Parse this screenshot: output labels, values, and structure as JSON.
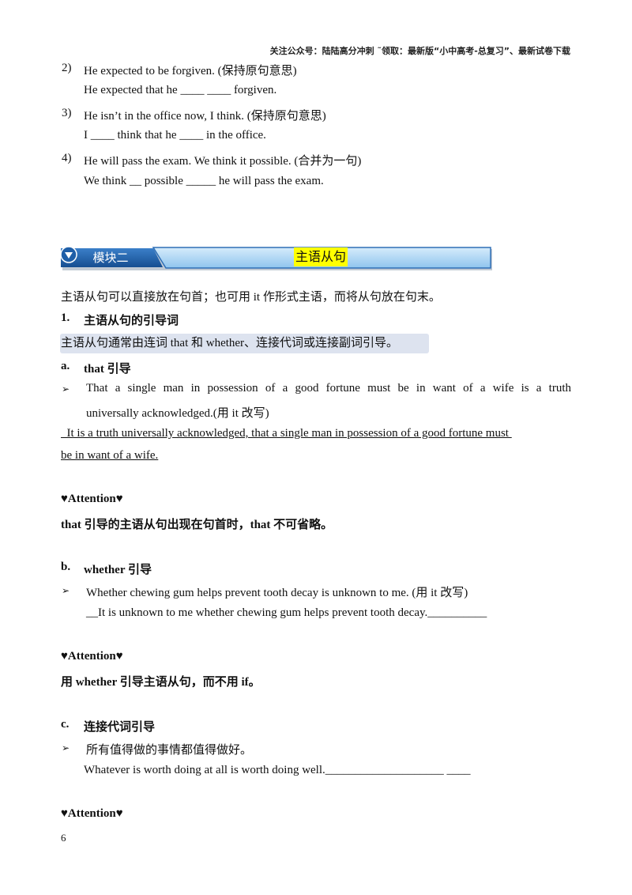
{
  "header": {
    "text": "关注公众号：陆陆高分冲刺 ˜领取：最新版“小中高考-总复习”、最新试卷下载"
  },
  "exercises": [
    {
      "num": "2)",
      "q": "He expected to be forgiven. (保持原句意思)",
      "a": "He expected that he ____ ____ forgiven."
    },
    {
      "num": "3)",
      "q": "He isn’t in the office now, I think. (保持原句意思)",
      "a": "I ____ think that he ____ in the office."
    },
    {
      "num": "4)",
      "q": "He will pass the exam. We think it possible. (合并为一句)",
      "a": "We think __ possible _____ he will pass the exam."
    }
  ],
  "module": {
    "label": "模块二",
    "title": "主语从句"
  },
  "intro": "主语从句可以直接放在句首；也可用 it 作形式主语，而将从句放在句末。",
  "section1": {
    "num": "1.",
    "title": "主语从句的引导词",
    "highlight": "主语从句通常由连词 that 和 whether、连接代词或连接副词引导。"
  },
  "sub_a": {
    "label": "a.",
    "title": "that 引导",
    "bullet": "➢",
    "line1": "That a single man in possession of a good fortune must be in want of a wife is a truth",
    "line2": "universally acknowledged.(用 it 改写)",
    "answer1": "  It is a truth universally acknowledged, that a single man in possession of a good fortune must ",
    "answer2": "be in want of a wife."
  },
  "attention1": {
    "heading": "♥Attention♥",
    "text": "that 引导的主语从句出现在句首时，that 不可省略。"
  },
  "sub_b": {
    "label": "b.",
    "title": "whether 引导",
    "bullet": "➢",
    "line1": "Whether chewing gum helps prevent tooth decay is unknown to me. (用 it 改写)",
    "answer": "__It is unknown to me whether chewing gum helps prevent tooth decay.__________"
  },
  "attention2": {
    "heading": "♥Attention♥",
    "text": "用 whether  引导主语从句，而不用 if。"
  },
  "sub_c": {
    "label": "c.",
    "title": "连接代词引导",
    "bullet": "➢",
    "line1": "所有值得做的事情都值得做好。",
    "answer": "Whatever is worth doing at all is worth doing well.____________________ ____"
  },
  "attention3": {
    "heading": "♥Attention♥"
  },
  "page_number": "6",
  "colors": {
    "banner_dark": "#1f5fa8",
    "banner_light": "#a9d3f5",
    "highlight": "#dde3ef"
  }
}
